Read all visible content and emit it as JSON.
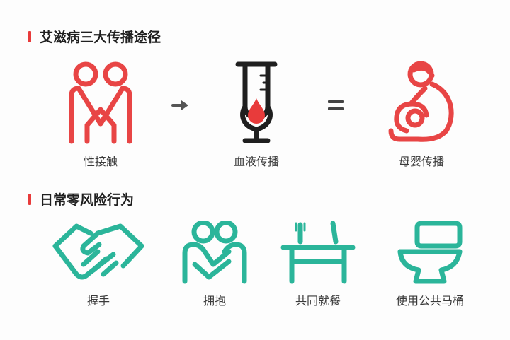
{
  "section1": {
    "title": "艾滋病三大传播途径",
    "items": [
      {
        "label": "性接触",
        "icon": "couple-icon"
      },
      {
        "label": "血液传播",
        "icon": "blood-test-tube-icon"
      },
      {
        "label": "母婴传播",
        "icon": "mother-baby-icon"
      }
    ],
    "connectors": [
      "arrow-right-icon",
      "equals-icon"
    ]
  },
  "section2": {
    "title": "日常零风险行为",
    "items": [
      {
        "label": "握手",
        "icon": "handshake-icon"
      },
      {
        "label": "拥抱",
        "icon": "hug-icon"
      },
      {
        "label": "共同就餐",
        "icon": "dining-table-icon"
      },
      {
        "label": "使用公共马桶",
        "icon": "toilet-icon"
      }
    ]
  },
  "colors": {
    "accent": "#e83b3b",
    "safe": "#2bb59a",
    "dark": "#1f1f1f"
  }
}
